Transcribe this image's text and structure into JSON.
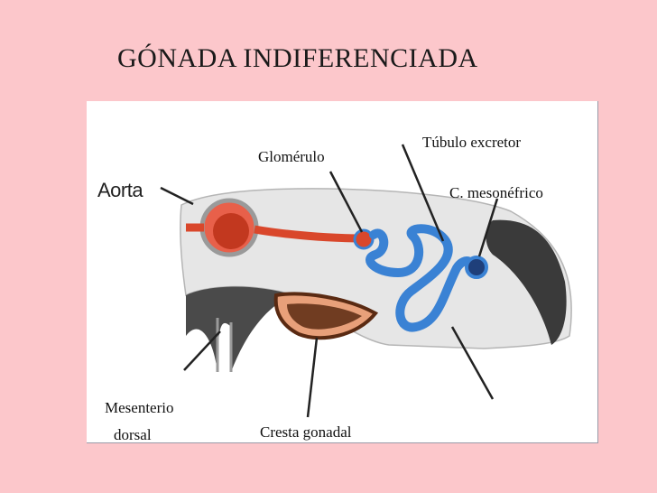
{
  "slide": {
    "title": "GÓNADA INDIFERENCIADA"
  },
  "diagram": {
    "labels": {
      "aorta": "Aorta",
      "glomerulo": "Glomérulo",
      "tubulo": "Túbulo excretor",
      "conducto": "C.  mesonéfrico",
      "mesenterio_line1": "Mesenterio",
      "mesenterio_line2": "dorsal",
      "cresta": "Cresta gonadal"
    },
    "colors": {
      "background": "#fcc7cb",
      "aorta_red": "#d9472b",
      "tubule_blue": "#3a82d4",
      "tissue_gray": "#e6e6e6",
      "cavity_dark": "#3a3a3a",
      "gonad_brown": "#5a2a12"
    }
  }
}
